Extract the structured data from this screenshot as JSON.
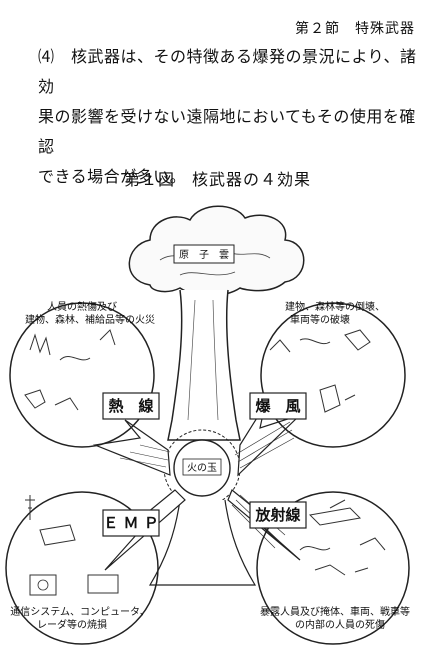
{
  "header": {
    "section": "第２節　特殊武器"
  },
  "paragraph": {
    "line1": "⑷　核武器は、その特徴ある爆発の景況により、諸効",
    "line2": "果の影響を受けない遠隔地においてもその使用を確認",
    "line3": "できる場合が多い。"
  },
  "figure": {
    "title": "第１図　核武器の４効果",
    "cloud_label": "原　子　雲",
    "fireball_label": "火の玉",
    "effects": {
      "heat_box": "熱　線",
      "heat_desc_1": "人員の熱傷及び",
      "heat_desc_2": "建物、森林、補給品等の火災",
      "blast_box": "爆　風",
      "blast_desc_1": "建物、森林等の倒壊、",
      "blast_desc_2": "車両等の破壊",
      "emp_box": "Ｅ Ｍ Ｐ",
      "emp_desc_1": "通信システム、コンピュータ、",
      "emp_desc_2": "レーダ等の焼損",
      "rad_box": "放射線",
      "rad_desc_1": "暴露人員及び掩体、車両、戦車等",
      "rad_desc_2": "の内部の人員の死傷"
    }
  }
}
